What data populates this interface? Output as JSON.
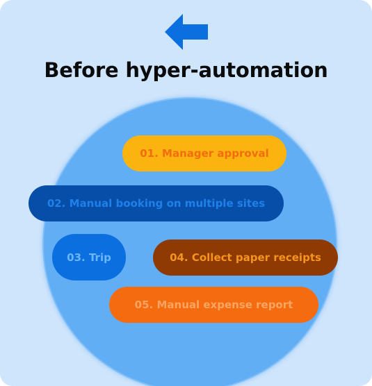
{
  "title": "Before hyper-automation",
  "icon": "arrow-left-icon",
  "colors": {
    "background": "#cfe5fc",
    "circle": "#61aef5",
    "arrow": "#0b6fe0"
  },
  "steps": [
    {
      "label": "01. Manager approval",
      "bg": "#fbb40f",
      "fg": "#f26c11"
    },
    {
      "label": "02. Manual booking on multiple sites",
      "bg": "#064ea8",
      "fg": "#1f80ea"
    },
    {
      "label": "03. Trip",
      "bg": "#0b6fe0",
      "fg": "#6ab6f7"
    },
    {
      "label": "04. Collect paper receipts",
      "bg": "#8e3a02",
      "fg": "#f5941e"
    },
    {
      "label": "05. Manual expense report",
      "bg": "#f46b10",
      "fg": "#f9a562"
    }
  ]
}
